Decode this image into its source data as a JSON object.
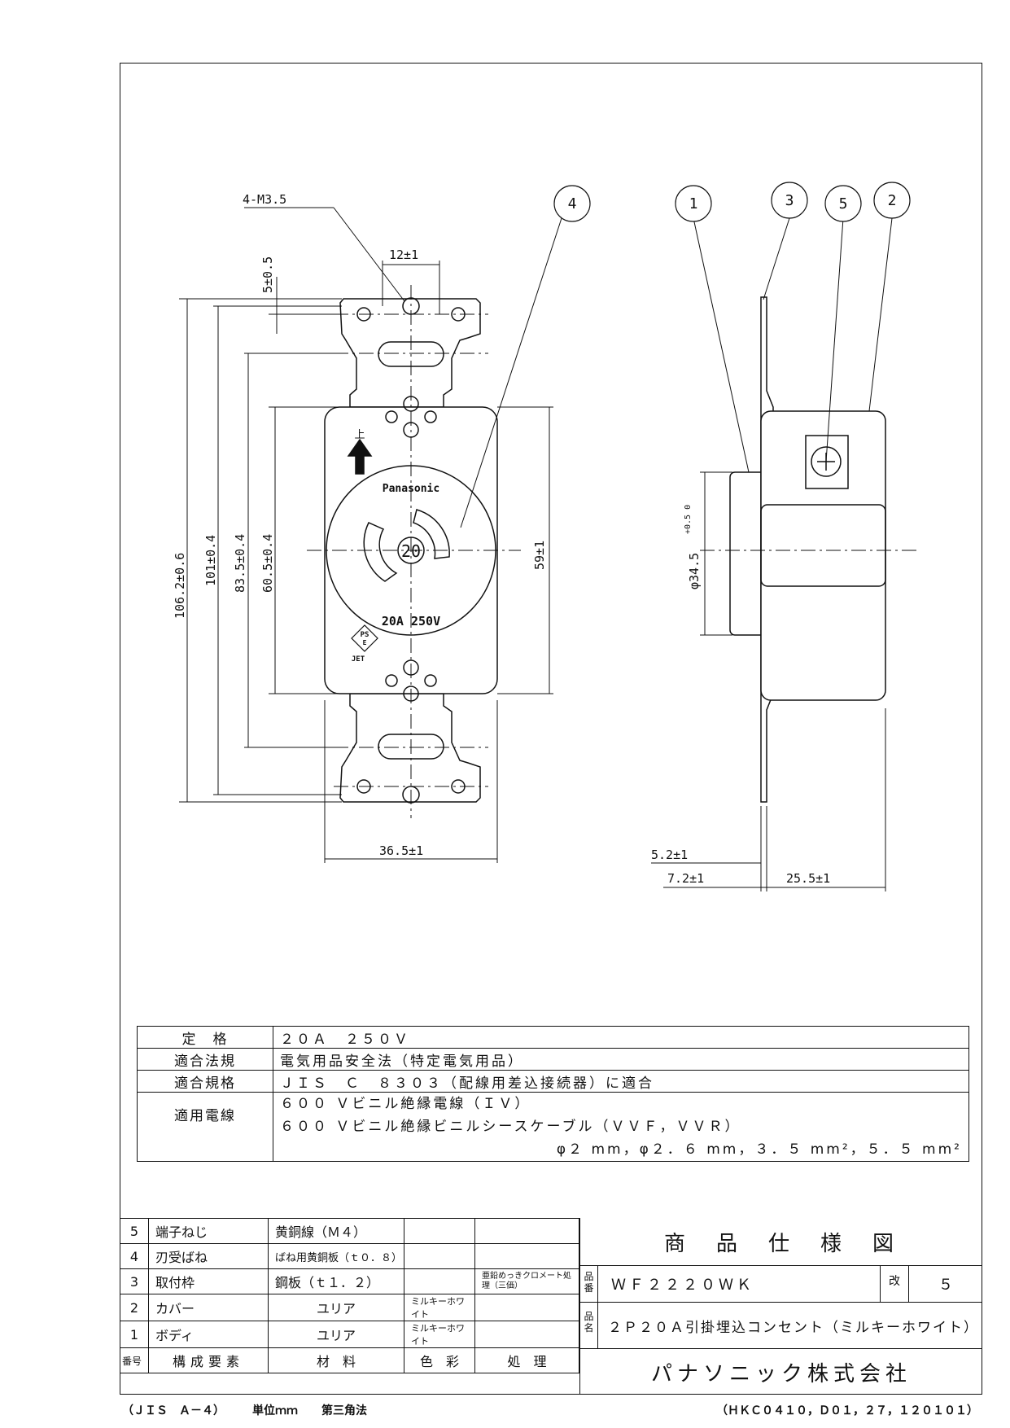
{
  "dims": {
    "m35": "4-M3.5",
    "d5": "5±0.5",
    "d12": "12±1",
    "d1062": "106.2±0.6",
    "d101": "101±0.4",
    "d835": "83.5±0.4",
    "d605": "60.5±0.4",
    "d59": "59±1",
    "d365": "36.5±1",
    "d345": "φ34.5",
    "d345tol": "+0.5 0",
    "d52": "5.2±1",
    "d72": "7.2±1",
    "d255": "25.5±1"
  },
  "callouts": [
    "1",
    "2",
    "3",
    "4",
    "5"
  ],
  "face": {
    "brand": "Panasonic",
    "center": "20",
    "rating": "20A 250V",
    "up": "上",
    "ps": "PS",
    "e": "E",
    "jet": "JET"
  },
  "spec": [
    {
      "k": "定　格",
      "v": "２０Ａ　２５０Ｖ"
    },
    {
      "k": "適合法規",
      "v": "電気用品安全法（特定電気用品）"
    },
    {
      "k": "適合規格",
      "v": "ＪＩＳ　Ｃ　８３０３（配線用差込接続器）に適合"
    }
  ],
  "wire": {
    "k": "適用電線",
    "l1": "６００ Ｖビニル絶縁電線（ＩＶ）",
    "l2": "６００ Ｖビニル絶縁ビニルシースケーブル（ＶＶＦ，ＶＶＲ）",
    "l3": "φ２ mm，φ２．６ mm，３．５ mm²，５．５ mm²"
  },
  "parts": [
    {
      "no": "5",
      "name": "端子ねじ",
      "material": "黄銅線（Ｍ４）",
      "color": "",
      "finish": ""
    },
    {
      "no": "4",
      "name": "刃受ばね",
      "material": "ばね用黄銅板（ｔ０．８）",
      "color": "",
      "finish": ""
    },
    {
      "no": "3",
      "name": "取付枠",
      "material": "鋼板（ｔ１．２）",
      "color": "",
      "finish": "亜鉛めっきクロメート処理（三価）"
    },
    {
      "no": "2",
      "name": "カバー",
      "material": "ユリア",
      "color": "ミルキーホワイト",
      "finish": ""
    },
    {
      "no": "1",
      "name": "ボディ",
      "material": "ユリア",
      "color": "ミルキーホワイト",
      "finish": ""
    }
  ],
  "parts_header": {
    "no": "番号",
    "name": "構成要素",
    "material": "材　料",
    "color": "色　彩",
    "finish": "処　理"
  },
  "info": {
    "title": "商　品　仕　様　図",
    "hinban_label": "品番",
    "hinban": "ＷＦ２２２０ＷＫ",
    "kai_label": "改",
    "kai": "５",
    "hinmei_label": "品名",
    "hinmei": "２Ｐ２０Ａ引掛埋込コンセント（ミルキーホワイト）",
    "company": "パナソニック株式会社"
  },
  "footer": {
    "left": "（ＪＩＳ　Ａ－４）",
    "unit": "単位ｍｍ",
    "proj": "第三角法",
    "right": "（ＨＫＣ０４１０，Ｄ０１，２７，１２０１０１）"
  }
}
